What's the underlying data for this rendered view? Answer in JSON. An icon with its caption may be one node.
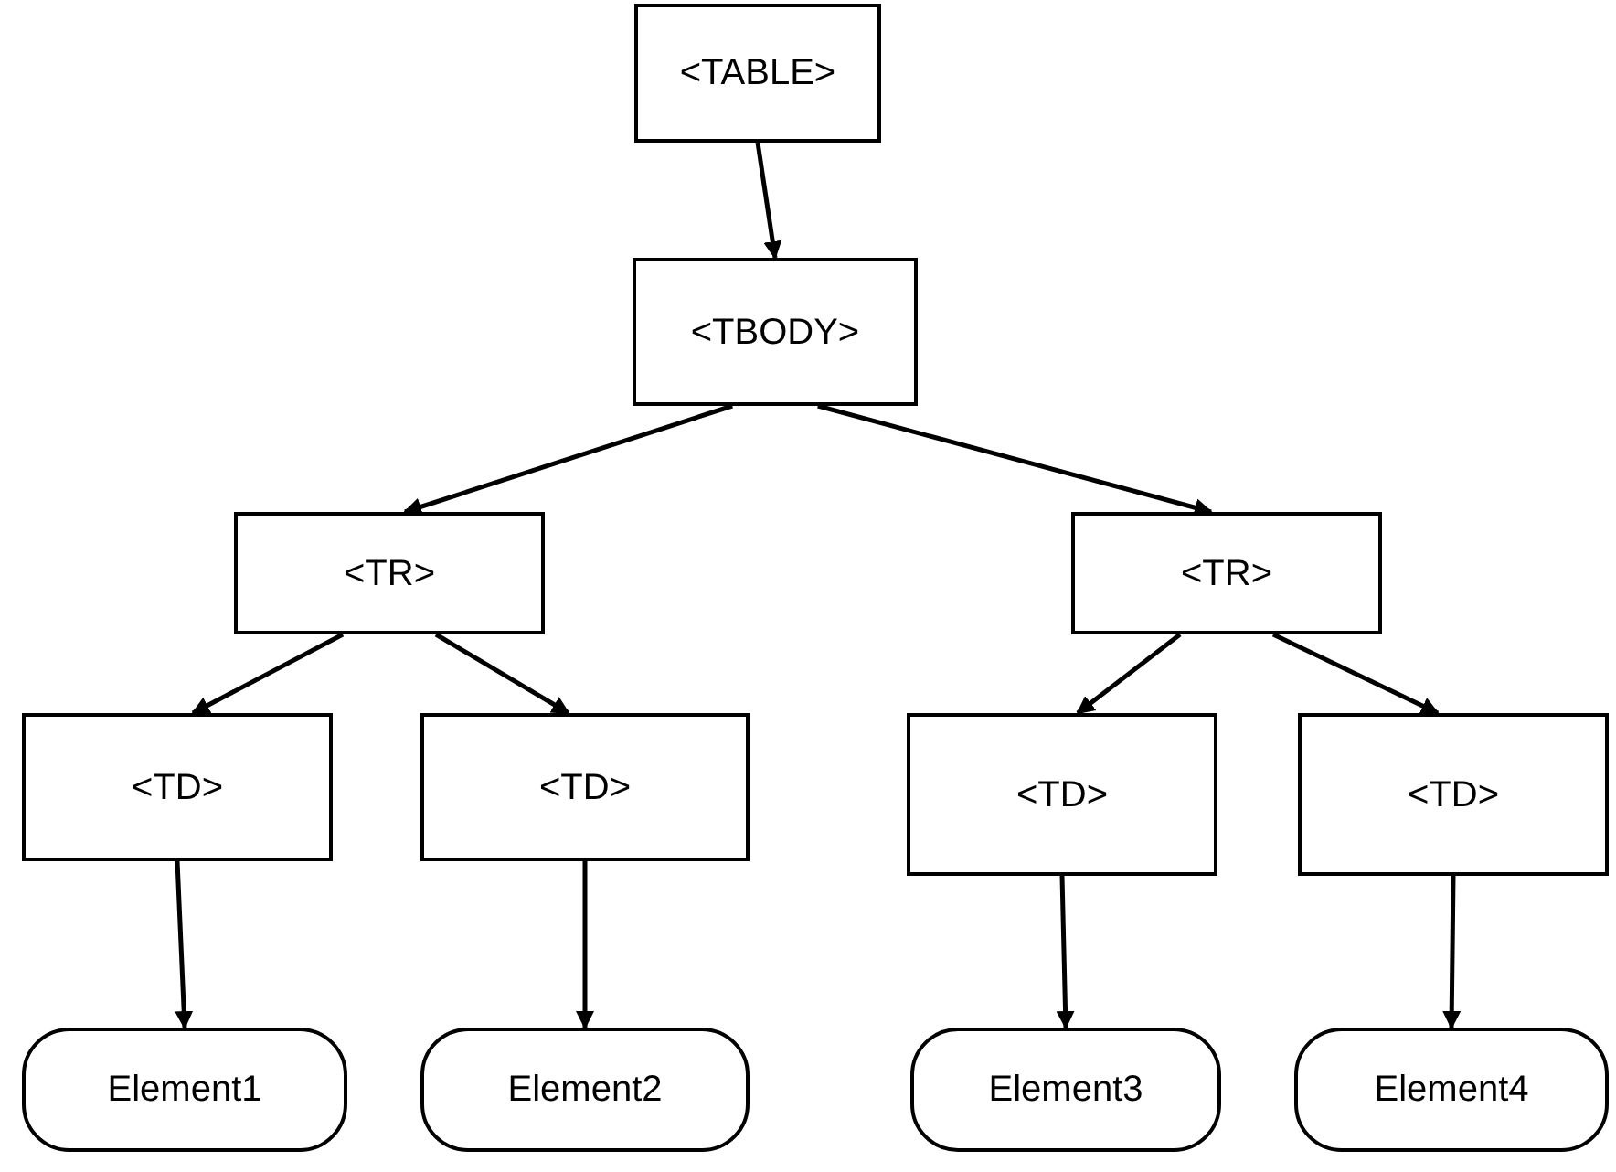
{
  "diagram": {
    "nodes": [
      {
        "text": [
          "<TABLE>"
        ]
      },
      {
        "text": [
          "<TBODY>"
        ]
      },
      {
        "text": [
          "<TR>"
        ]
      },
      {
        "text": [
          "<TR>"
        ]
      },
      {
        "text": [
          "<TD>"
        ]
      },
      {
        "text": [
          "<TD>"
        ]
      },
      {
        "text": [
          "<TD>"
        ]
      },
      {
        "text": [
          "<TD>"
        ]
      },
      {
        "text": [
          "Element1"
        ]
      },
      {
        "text": [
          "Element2"
        ]
      },
      {
        "text": [
          "Element3"
        ]
      },
      {
        "text": [
          "Element4"
        ]
      }
    ],
    "edges": [
      {
        "from": 0,
        "to": 1,
        "arrow": "to"
      },
      {
        "from": 1,
        "to": 2,
        "arrow": "to"
      },
      {
        "from": 1,
        "to": 3,
        "arrow": "to"
      },
      {
        "from": 2,
        "to": 4,
        "arrow": "to"
      },
      {
        "from": 2,
        "to": 5,
        "arrow": "to"
      },
      {
        "from": 3,
        "to": 6,
        "arrow": "to"
      },
      {
        "from": 3,
        "to": 7,
        "arrow": "to"
      },
      {
        "from": 4,
        "to": 8,
        "arrow": "to"
      },
      {
        "from": 5,
        "to": 9,
        "arrow": "to"
      },
      {
        "from": 6,
        "to": 10,
        "arrow": "to"
      },
      {
        "from": 7,
        "to": 11,
        "arrow": "to"
      }
    ]
  }
}
